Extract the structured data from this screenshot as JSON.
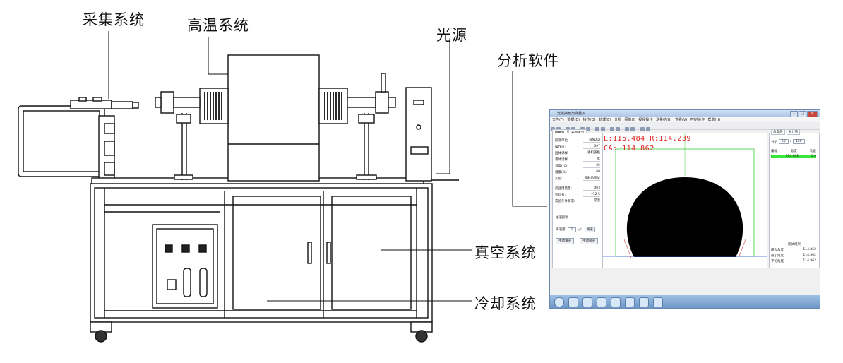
{
  "labels": {
    "acquisition": "采集系统",
    "high_temp": "高温系统",
    "light_source": "光源",
    "analysis_software": "分析软件",
    "vacuum": "真空系统",
    "cooling": "冷却系统"
  },
  "software": {
    "window_title": "光学接触角测量仪",
    "menu": [
      "文件(F)",
      "数据(D)",
      "操作(O)",
      "处理(E)",
      "分析",
      "图像(I)",
      "视频操作",
      "测量结(R)",
      "查看(V)",
      "控制操作",
      "帮助(H)"
    ],
    "left_tabs": [
      "接触角",
      "表面张力"
    ],
    "left_rows": [
      {
        "k": "检测单位:",
        "v": "SINDDI"
      },
      {
        "k": "操作员:",
        "v": "007"
      },
      {
        "k": "固体试样:",
        "v": "手机盖板"
      },
      {
        "k": "液体试样:",
        "v": "水"
      },
      {
        "k": "温度(℃)",
        "v": "25"
      },
      {
        "k": "湿度(%)",
        "v": "60"
      },
      {
        "k": "实验:",
        "v": "接触角测试"
      },
      {
        "k": "药品用量量:",
        "v": "003"
      },
      {
        "k": "饮料号:",
        "v": "v12-5"
      },
      {
        "k": "实验条件要求:",
        "v": "常温"
      }
    ],
    "dispense_label": "进液控制",
    "dispense_amount_label": "滴液量",
    "dispense_amount_value": "1",
    "dispense_unit": "μL",
    "dispense_btn": "滴液",
    "manual_btn_1": "手动滴液",
    "manual_btn_2": "手动吸液",
    "readout_lr": "L:115.484  R:114.239",
    "readout_ca": "CA: 114.862",
    "right_tabs": [
      "角度值",
      "张力值"
    ],
    "right_select_label": "分组",
    "right_select_value": "50",
    "right_select_value2": "150",
    "table_header": [
      "编号",
      "角度",
      "功能"
    ],
    "table_row": [
      "1",
      "114.862",
      "0.0"
    ],
    "stats_title": "测试结果",
    "stats": [
      {
        "k": "最大角度:",
        "v": "114.862"
      },
      {
        "k": "最小角度:",
        "v": "114.862"
      },
      {
        "k": "平均角度:",
        "v": "114.862"
      }
    ]
  }
}
